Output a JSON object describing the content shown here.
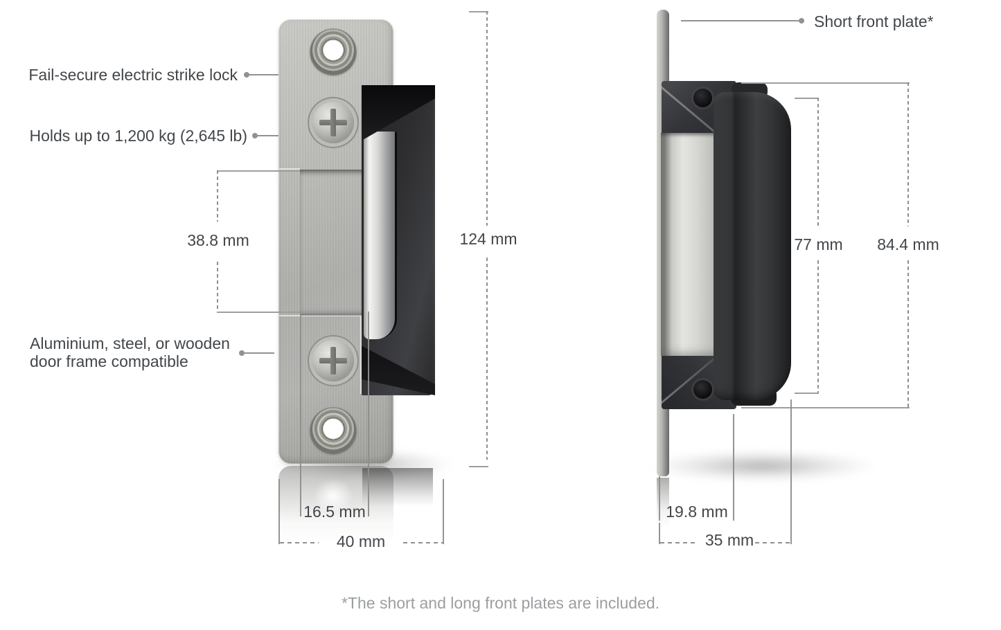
{
  "callouts": {
    "fail_secure": "Fail-secure electric strike lock",
    "holding_force": "Holds up to 1,200 kg (2,645 lb)",
    "frame_compat_line1": "Aluminium, steel, or wooden",
    "frame_compat_line2": "door frame compatible",
    "short_front_plate": "Short front plate*"
  },
  "front_view": {
    "dims": {
      "keeper_height": "38.8 mm",
      "total_height": "124 mm",
      "latch_width": "16.5 mm",
      "plate_width": "40 mm"
    }
  },
  "side_view": {
    "dims": {
      "body_height": "77 mm",
      "total_height": "84.4 mm",
      "plate_to_body_depth": "19.8 mm",
      "total_depth": "35 mm"
    }
  },
  "footnote": "*The short and long front plates are included.",
  "colors": {
    "background": "#ffffff",
    "label_text": "#42464a",
    "muted_text": "#9b9ea1",
    "dimension_line": "#8f8f8f"
  }
}
